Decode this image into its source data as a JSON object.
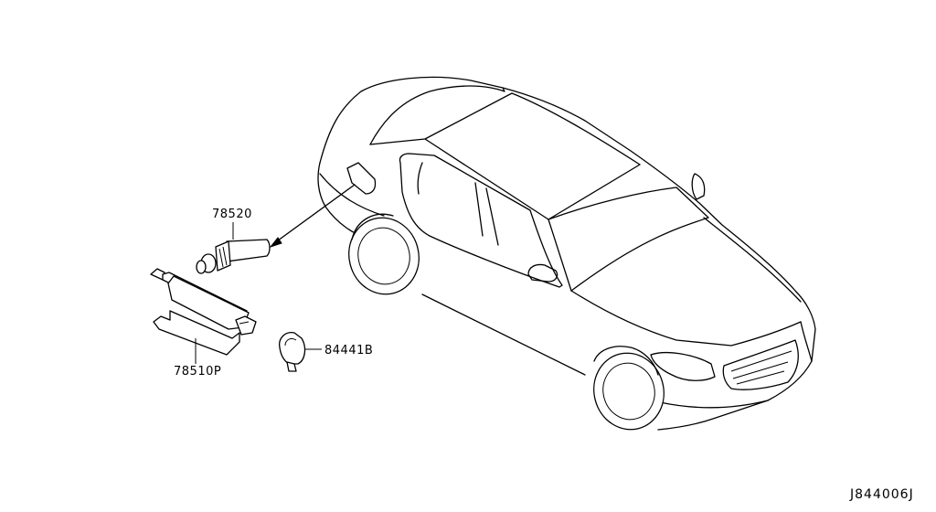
{
  "diagram": {
    "parts": [
      {
        "part_number": "78520"
      },
      {
        "part_number": "78510P"
      },
      {
        "part_number": "84441B"
      }
    ],
    "drawing_code": "J844006J"
  }
}
